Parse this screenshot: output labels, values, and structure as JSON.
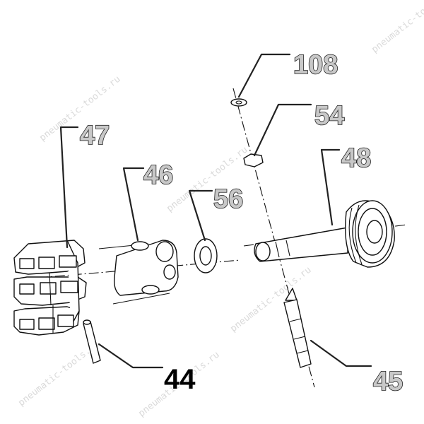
{
  "watermark": "pneumatic-tools.ru",
  "callouts": {
    "c108": "108",
    "c54": "54",
    "c47": "47",
    "c46": "46",
    "c56": "56",
    "c48": "48",
    "c44": "44",
    "c45": "45"
  }
}
